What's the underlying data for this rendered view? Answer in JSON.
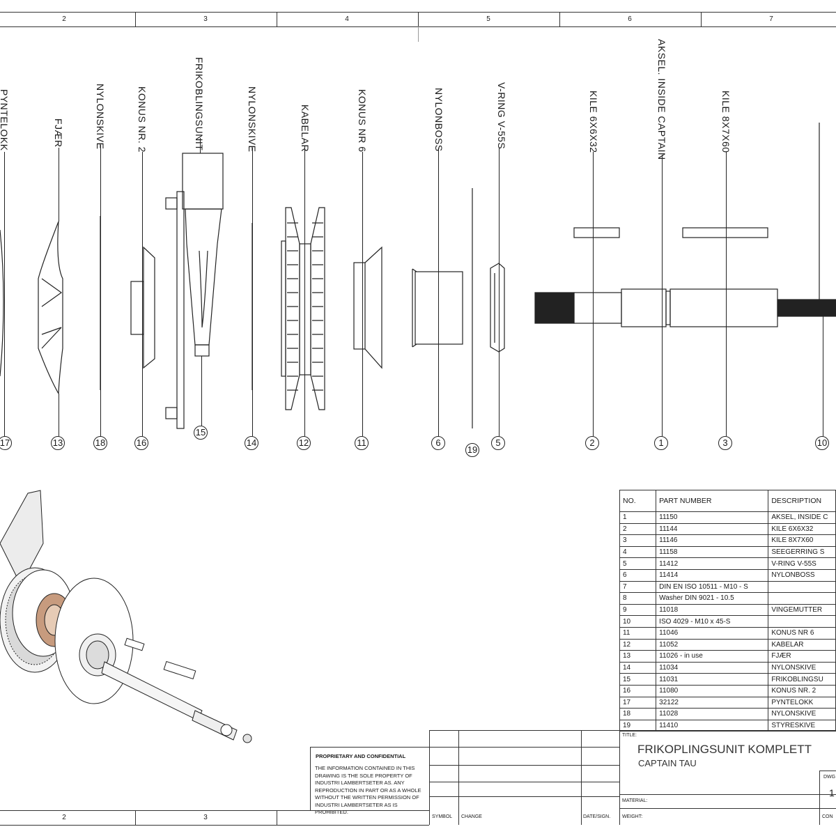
{
  "ruler": {
    "top_zones": [
      "2",
      "3",
      "4",
      "5",
      "6",
      "7"
    ],
    "bottom_zones": [
      "2",
      "3"
    ]
  },
  "callouts": [
    {
      "number": "17",
      "label": "PYNTELOKK"
    },
    {
      "number": "13",
      "label": "FJÆR"
    },
    {
      "number": "18",
      "label": "NYLONSKIVE"
    },
    {
      "number": "16",
      "label": "KONUS NR. 2"
    },
    {
      "number": "15",
      "label": "FRIKOBLINGSUNIT"
    },
    {
      "number": "14",
      "label": "NYLONSKIVE"
    },
    {
      "number": "12",
      "label": "KABELAR"
    },
    {
      "number": "11",
      "label": "KONUS NR 6"
    },
    {
      "number": "6",
      "label": "NYLONBOSS"
    },
    {
      "number": "19",
      "label": ""
    },
    {
      "number": "5",
      "label": "V-RING V-55S"
    },
    {
      "number": "2",
      "label": "KILE 6X6X32"
    },
    {
      "number": "1",
      "label": "AKSEL. INSIDE CAPTAIN"
    },
    {
      "number": "3",
      "label": "KILE 8X7X60"
    },
    {
      "number": "10",
      "label": ""
    }
  ],
  "bom": {
    "headers": {
      "no": "NO.",
      "part": "PART NUMBER",
      "desc": "DESCRIPTION"
    },
    "rows": [
      {
        "no": "1",
        "part": "11150",
        "desc": "AKSEL, INSIDE C"
      },
      {
        "no": "2",
        "part": "11144",
        "desc": "KILE 6X6X32"
      },
      {
        "no": "3",
        "part": "11146",
        "desc": "KILE 8X7X60"
      },
      {
        "no": "4",
        "part": "11158",
        "desc": "SEEGERRING S"
      },
      {
        "no": "5",
        "part": "11412",
        "desc": "V-RING V-55S"
      },
      {
        "no": "6",
        "part": "11414",
        "desc": "NYLONBOSS"
      },
      {
        "no": "7",
        "part": "DIN EN ISO 10511 - M10 - S",
        "desc": ""
      },
      {
        "no": "8",
        "part": "Washer DIN 9021 - 10.5",
        "desc": ""
      },
      {
        "no": "9",
        "part": "11018",
        "desc": "VINGEMUTTER"
      },
      {
        "no": "10",
        "part": "ISO 4029 - M10 x 45-S",
        "desc": ""
      },
      {
        "no": "11",
        "part": "11046",
        "desc": "KONUS NR 6"
      },
      {
        "no": "12",
        "part": "11052",
        "desc": "KABELAR"
      },
      {
        "no": "13",
        "part": "11026 - in use",
        "desc": "FJÆR"
      },
      {
        "no": "14",
        "part": "11034",
        "desc": "NYLONSKIVE"
      },
      {
        "no": "15",
        "part": "11031",
        "desc": "FRIKOBLINGSU"
      },
      {
        "no": "16",
        "part": "11080",
        "desc": "KONUS NR. 2"
      },
      {
        "no": "17",
        "part": "32122",
        "desc": "PYNTELOKK"
      },
      {
        "no": "18",
        "part": "11028",
        "desc": "NYLONSKIVE"
      },
      {
        "no": "19",
        "part": "11410",
        "desc": "STYRESKIVE"
      }
    ]
  },
  "title_block": {
    "proprietary_heading": "PROPRIETARY AND CONFIDENTIAL",
    "proprietary_text": "THE INFORMATION CONTAINED IN THIS DRAWING IS THE SOLE PROPERTY OF INDUSTRI LAMBERTSETER AS. ANY REPRODUCTION IN PART OR AS A WHOLE WITHOUT THE WRITTEN PERMISSION OF INDUSTRI LAMBERTSETER AS IS PROHIBITED.",
    "title_label": "TITLE:",
    "title": "FRIKOPLINGSUNIT KOMPLETT",
    "subtitle": "CAPTAIN TAU",
    "material_label": "MATERIAL:",
    "weight_label": "WEIGHT:",
    "symbol_label": "SYMBOL",
    "change_label": "CHANGE",
    "date_sign_label": "DATE/SIGN.",
    "dwg_label": "DWG",
    "dwg_value": "1",
    "con_label": "CON"
  }
}
